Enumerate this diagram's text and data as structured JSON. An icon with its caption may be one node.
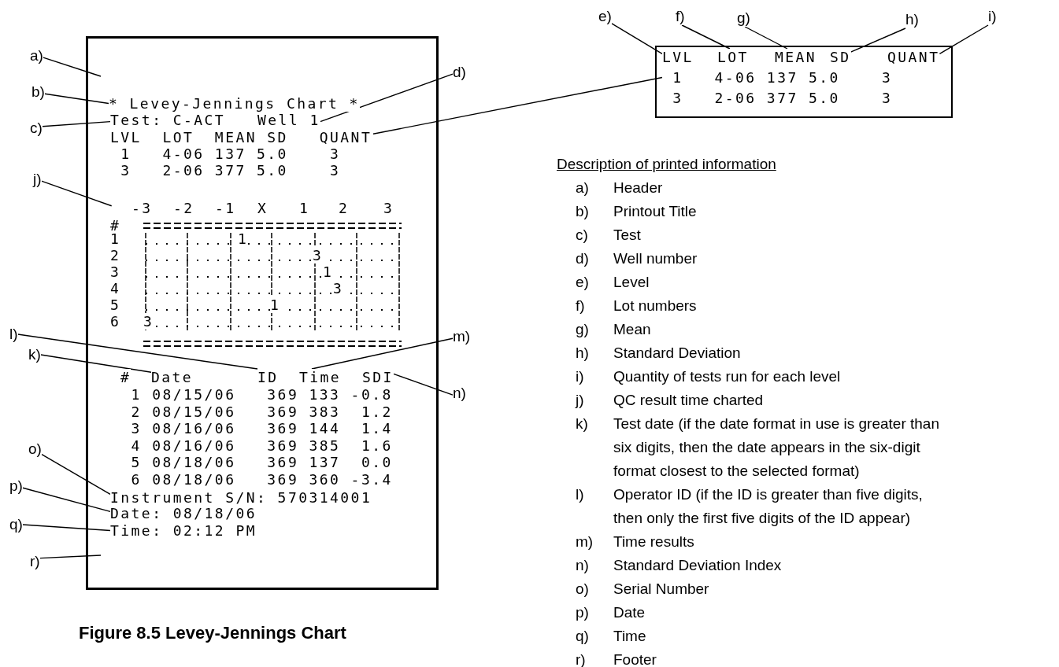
{
  "diagram": {
    "caption": "Figure 8.5 Levey-Jennings Chart",
    "nodes": [
      {
        "text": [],
        "shape": "box"
      },
      {
        "text": [
          "* Levey-Jennings Chart *"
        ],
        "in": 0
      },
      {
        "text": [
          "Test: C-ACT"
        ],
        "in": 0
      },
      {
        "text": [
          "Well 1"
        ],
        "in": 0
      },
      {
        "text": [
          "LVL LOT MEAN SD QUANT",
          "1 4-06 137 5.0 3",
          "3 2-06 377 5.0 3"
        ],
        "in": 0
      },
      {
        "text": [
          "-3",
          "-2",
          "-1",
          "X",
          "1",
          "2",
          "3",
          "#",
          "1",
          "2",
          "3",
          "4",
          "5",
          "6",
          "1",
          "3",
          "1",
          "3",
          "1",
          "3"
        ],
        "in": 0
      },
      {
        "text": [
          "#"
        ],
        "in": 0
      },
      {
        "text": [
          "Date"
        ],
        "in": 0
      },
      {
        "text": [
          "ID"
        ],
        "in": 0
      },
      {
        "text": [
          "Time"
        ],
        "in": 0
      },
      {
        "text": [
          "SDI"
        ],
        "in": 0
      },
      {
        "text": [
          "1 08/15/06 369 133 -0.8",
          "2 08/15/06 369 383 1.2",
          "3 08/16/06 369 144 1.4",
          "4 08/16/06 369 385 1.6",
          "5 08/18/06 369 137 0.0",
          "6 08/18/06 369 360 -3.4"
        ],
        "in": 0
      },
      {
        "text": [
          "Instrument S/N: 570314001"
        ],
        "in": 0
      },
      {
        "text": [
          "Date: 08/18/06"
        ],
        "in": 0
      },
      {
        "text": [
          "Time: 02:12 PM"
        ],
        "in": 0
      },
      {
        "text": [],
        "shape": "box"
      },
      {
        "text": [
          "LVL"
        ],
        "in": 15
      },
      {
        "text": [
          "LOT"
        ],
        "in": 15
      },
      {
        "text": [
          "MEAN"
        ],
        "in": 15
      },
      {
        "text": [
          "SD"
        ],
        "in": 15
      },
      {
        "text": [
          "QUANT"
        ],
        "in": 15
      },
      {
        "text": [
          "1 4-06 137 5.0 3"
        ],
        "in": 15
      },
      {
        "text": [
          "3 2-06 377 5.0 3"
        ],
        "in": 15
      },
      {
        "text": [
          "a)"
        ]
      },
      {
        "text": [
          "b)"
        ]
      },
      {
        "text": [
          "c)"
        ]
      },
      {
        "text": [
          "d)"
        ]
      },
      {
        "text": [
          "e)"
        ]
      },
      {
        "text": [
          "f)"
        ]
      },
      {
        "text": [
          "g)"
        ]
      },
      {
        "text": [
          "h)"
        ]
      },
      {
        "text": [
          "i)"
        ]
      },
      {
        "text": [
          "j)"
        ]
      },
      {
        "text": [
          "k)"
        ]
      },
      {
        "text": [
          "l)"
        ]
      },
      {
        "text": [
          "m)"
        ]
      },
      {
        "text": [
          "n)"
        ]
      },
      {
        "text": [
          "o)"
        ]
      },
      {
        "text": [
          "p)"
        ]
      },
      {
        "text": [
          "q)"
        ]
      },
      {
        "text": [
          "r)"
        ]
      }
    ],
    "edges": [
      {
        "from": 23,
        "to": null,
        "arrow": "none"
      },
      {
        "from": 24,
        "to": 1,
        "arrow": "none"
      },
      {
        "from": 25,
        "to": 2,
        "arrow": "none"
      },
      {
        "from": 26,
        "to": 3,
        "arrow": "none"
      },
      {
        "from": 27,
        "to": 16,
        "arrow": "none"
      },
      {
        "from": 28,
        "to": 17,
        "arrow": "none"
      },
      {
        "from": 29,
        "to": 18,
        "arrow": "none"
      },
      {
        "from": 30,
        "to": 19,
        "arrow": "none"
      },
      {
        "from": 31,
        "to": 20,
        "arrow": "none"
      },
      {
        "from": 32,
        "to": 5,
        "arrow": "none"
      },
      {
        "from": 33,
        "to": 7,
        "arrow": "none"
      },
      {
        "from": 34,
        "to": 8,
        "arrow": "none"
      },
      {
        "from": 35,
        "to": 9,
        "arrow": "none"
      },
      {
        "from": 36,
        "to": 10,
        "arrow": "none"
      },
      {
        "from": 37,
        "to": 12,
        "arrow": "none"
      },
      {
        "from": 38,
        "to": 13,
        "arrow": "none"
      },
      {
        "from": 39,
        "to": 14,
        "arrow": "none"
      },
      {
        "from": 40,
        "to": null,
        "arrow": "none"
      },
      {
        "from": 4,
        "to": 21,
        "arrow": "none"
      }
    ],
    "labels": [
      "Description of printed information",
      "a)",
      "Header",
      "b)",
      "Printout Title",
      "c)",
      "Test",
      "d)",
      "Well number",
      "e)",
      "Level",
      "f)",
      "Lot numbers",
      "g)",
      "Mean",
      "h)",
      "Standard Deviation",
      "i)",
      "Quantity of tests run for each level",
      "j)",
      "QC result time charted",
      "k)",
      "Test date (if the date format in use is greater than six digits, then the date appears in the six-digit format closest to the selected format)",
      "l)",
      "Operator ID (if the ID is greater than five digits, then only the first five digits of the ID appear)",
      "m)",
      "Time results",
      "n)",
      "Standard Deviation Index",
      "o)",
      "Serial Number",
      "p)",
      "Date",
      "q)",
      "Time",
      "r)",
      "Footer"
    ]
  }
}
